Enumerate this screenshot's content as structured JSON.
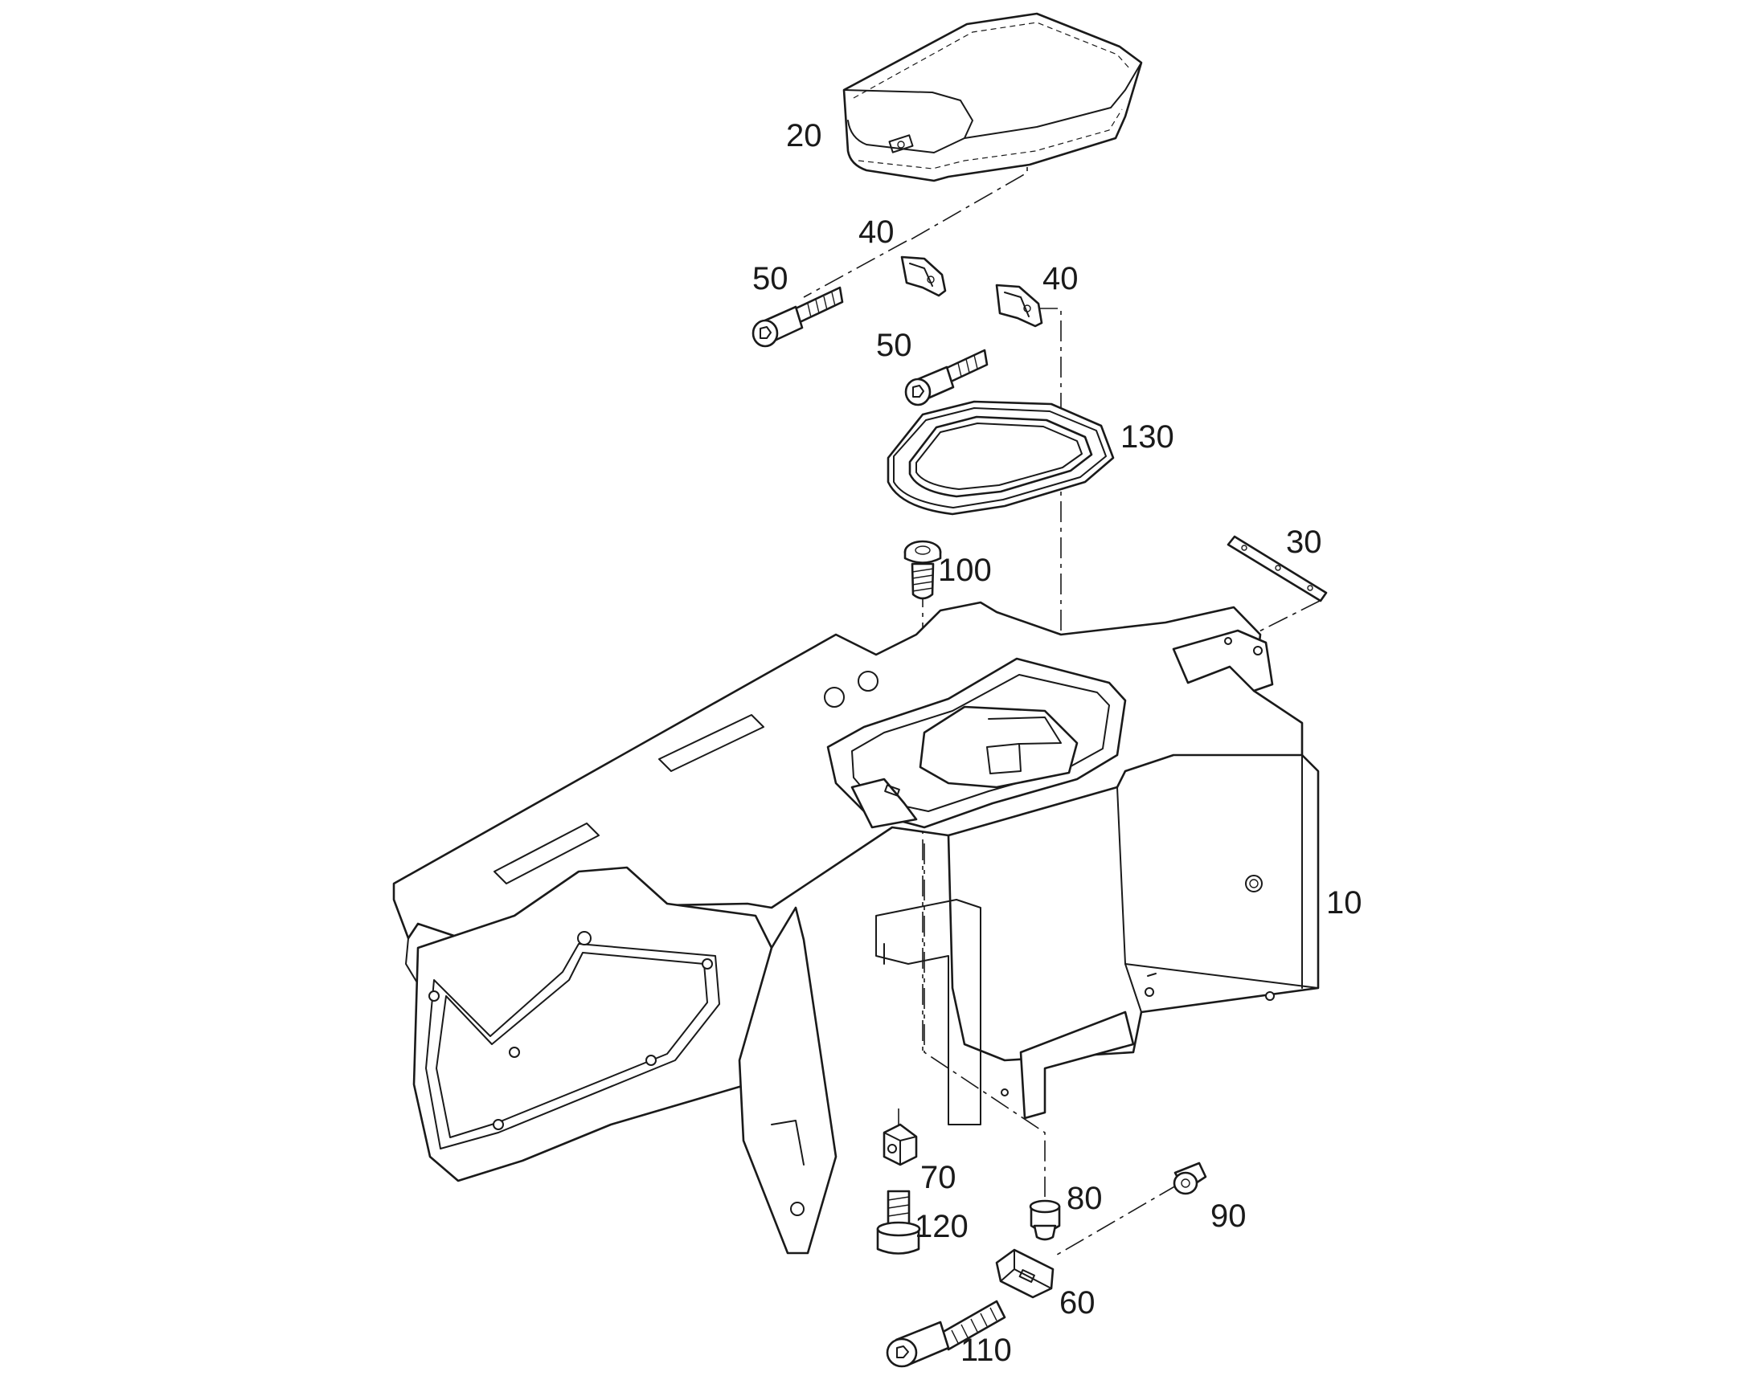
{
  "diagram": {
    "callouts": [
      {
        "id": "c20",
        "text": "20"
      },
      {
        "id": "c40a",
        "text": "40"
      },
      {
        "id": "c40b",
        "text": "40"
      },
      {
        "id": "c50a",
        "text": "50"
      },
      {
        "id": "c50b",
        "text": "50"
      },
      {
        "id": "c130",
        "text": "130"
      },
      {
        "id": "c30",
        "text": "30"
      },
      {
        "id": "c100",
        "text": "100"
      },
      {
        "id": "c10",
        "text": "10"
      },
      {
        "id": "c70",
        "text": "70"
      },
      {
        "id": "c120",
        "text": "120"
      },
      {
        "id": "c80",
        "text": "80"
      },
      {
        "id": "c90",
        "text": "90"
      },
      {
        "id": "c60",
        "text": "60"
      },
      {
        "id": "c110",
        "text": "110"
      }
    ]
  }
}
